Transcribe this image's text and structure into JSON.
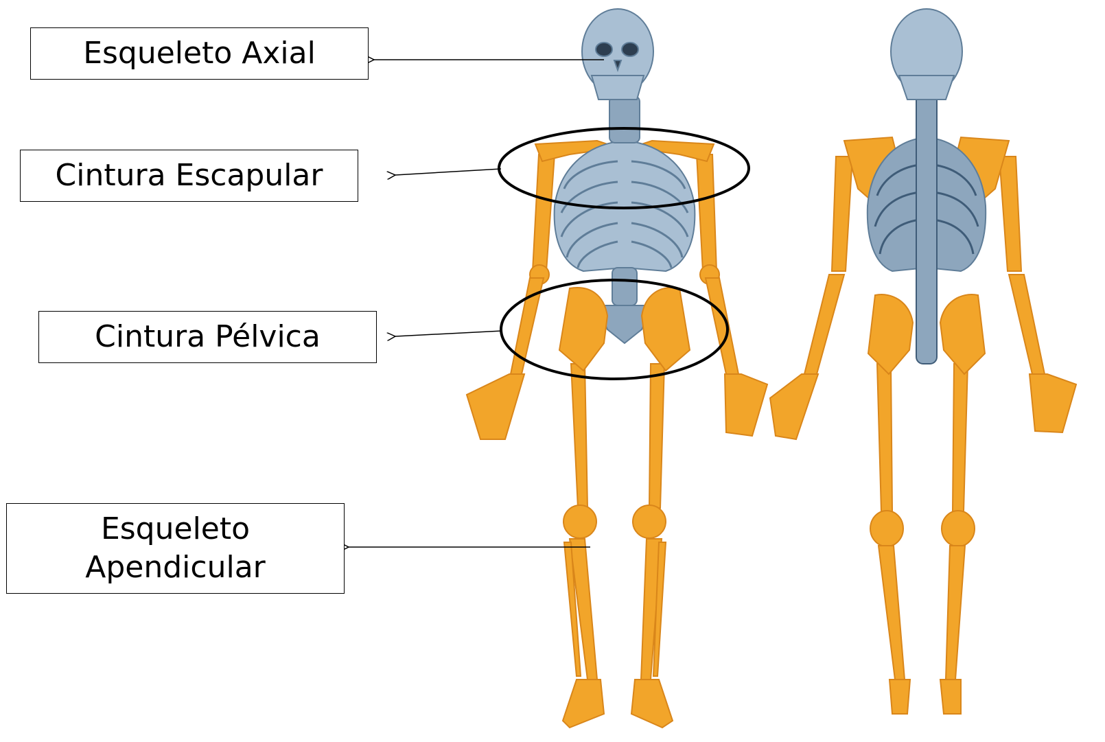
{
  "labels": {
    "axial": "Esqueleto Axial",
    "escapular": "Cintura Escapular",
    "pelvica": "Cintura Pélvica",
    "apendicular_line1": "Esqueleto",
    "apendicular_line2": "Apendicular"
  },
  "colors": {
    "axial_bone": "#a9bfd3",
    "axial_shadow": "#5f7d98",
    "appendicular_bone": "#f2a52a",
    "appendicular_shadow": "#d9861a",
    "outline": "#000000"
  }
}
